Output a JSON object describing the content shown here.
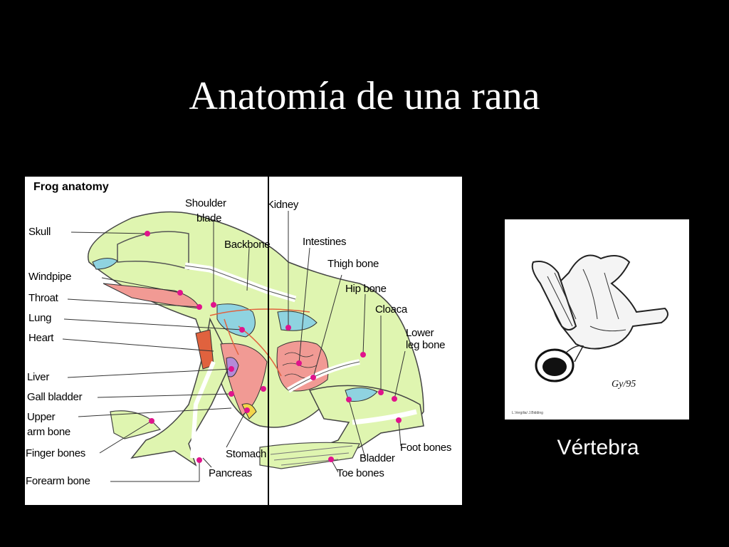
{
  "slide": {
    "title": "Anatomía de una rana",
    "caption": "Vértebra"
  },
  "diagram": {
    "heading": "Frog anatomy",
    "labels": {
      "skull": "Skull",
      "windpipe": "Windpipe",
      "throat": "Throat",
      "lung": "Lung",
      "heart": "Heart",
      "liver": "Liver",
      "gall_bladder": "Gall bladder",
      "upper_arm_1": "Upper",
      "upper_arm_2": "arm bone",
      "finger_bones": "Finger bones",
      "forearm_bone": "Forearm bone",
      "shoulder_1": "Shoulder",
      "shoulder_2": "blade",
      "kidney": "Kidney",
      "backbone": "Backbone",
      "intestines": "Intestines",
      "thigh_bone": "Thigh bone",
      "hip_bone": "Hip bone",
      "cloaca": "Cloaca",
      "lower_leg_1": "Lower",
      "lower_leg_2": "leg bone",
      "foot_bones": "Foot bones",
      "bladder": "Bladder",
      "toe_bones": "Toe bones",
      "stomach": "Stomach",
      "pancreas": "Pancreas"
    },
    "colors": {
      "body": "#dff5b0",
      "organ_blue": "#8fd3e0",
      "organ_red": "#f19a94",
      "vessel": "#e0623e",
      "marker": "#e0138c",
      "bone": "#ffffff"
    }
  },
  "vertebra": {
    "signature": "Gy/95",
    "credit": "L.Vergilia/ J.Bidding"
  }
}
